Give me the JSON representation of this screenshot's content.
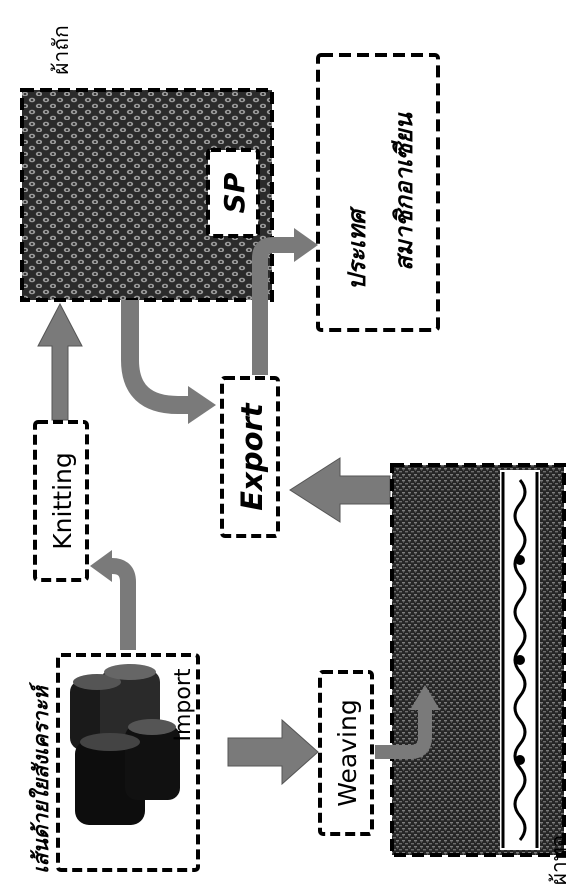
{
  "diagram": {
    "labels": {
      "synthetic_yarn": "เส้นด้ายใยสังเคราะห์",
      "import": "Import",
      "knitting": "Knitting",
      "weaving": "Weaving",
      "export": "Export",
      "sp": "SP",
      "knitted_fabric": "ผ้าถัก",
      "woven_fabric": "ผ้าทอ",
      "asean_line1": "ประเทศ",
      "asean_line2": "สมาชิกอาเซียน"
    },
    "colors": {
      "arrow": "#7a7a7a",
      "ink": "#000000",
      "knit_fill": "#3a3a3a",
      "weave_fill": "#2e2e2e",
      "yarn_dark": "#111111"
    }
  }
}
